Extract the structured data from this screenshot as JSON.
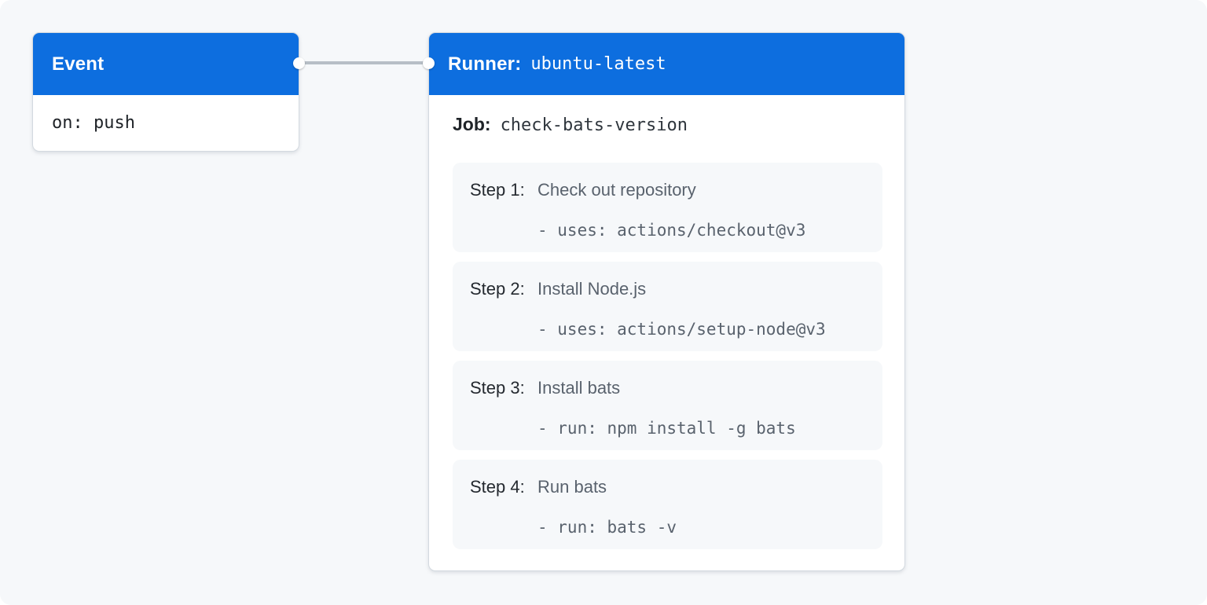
{
  "colors": {
    "header_blue": "#0d6edf",
    "canvas_bg": "#f6f8fa",
    "card_bg": "#f6f8fa",
    "box_border": "#d4dae0",
    "connector_gray": "#b7bec6",
    "text_dark": "#1f2328",
    "text_gray": "#59626d"
  },
  "event_box": {
    "title": "Event",
    "code": "on: push"
  },
  "runner_box": {
    "title_label": "Runner:",
    "title_value": "ubuntu-latest",
    "job_label": "Job:",
    "job_value": "check-bats-version",
    "steps": [
      {
        "label": "Step 1:",
        "title": "Check out repository",
        "code": "- uses: actions/checkout@v3"
      },
      {
        "label": "Step 2:",
        "title": "Install Node.js",
        "code": "- uses: actions/setup-node@v3"
      },
      {
        "label": "Step 3:",
        "title": "Install bats",
        "code": "- run: npm install -g bats"
      },
      {
        "label": "Step 4:",
        "title": "Run bats",
        "code": "- run: bats -v"
      }
    ]
  }
}
